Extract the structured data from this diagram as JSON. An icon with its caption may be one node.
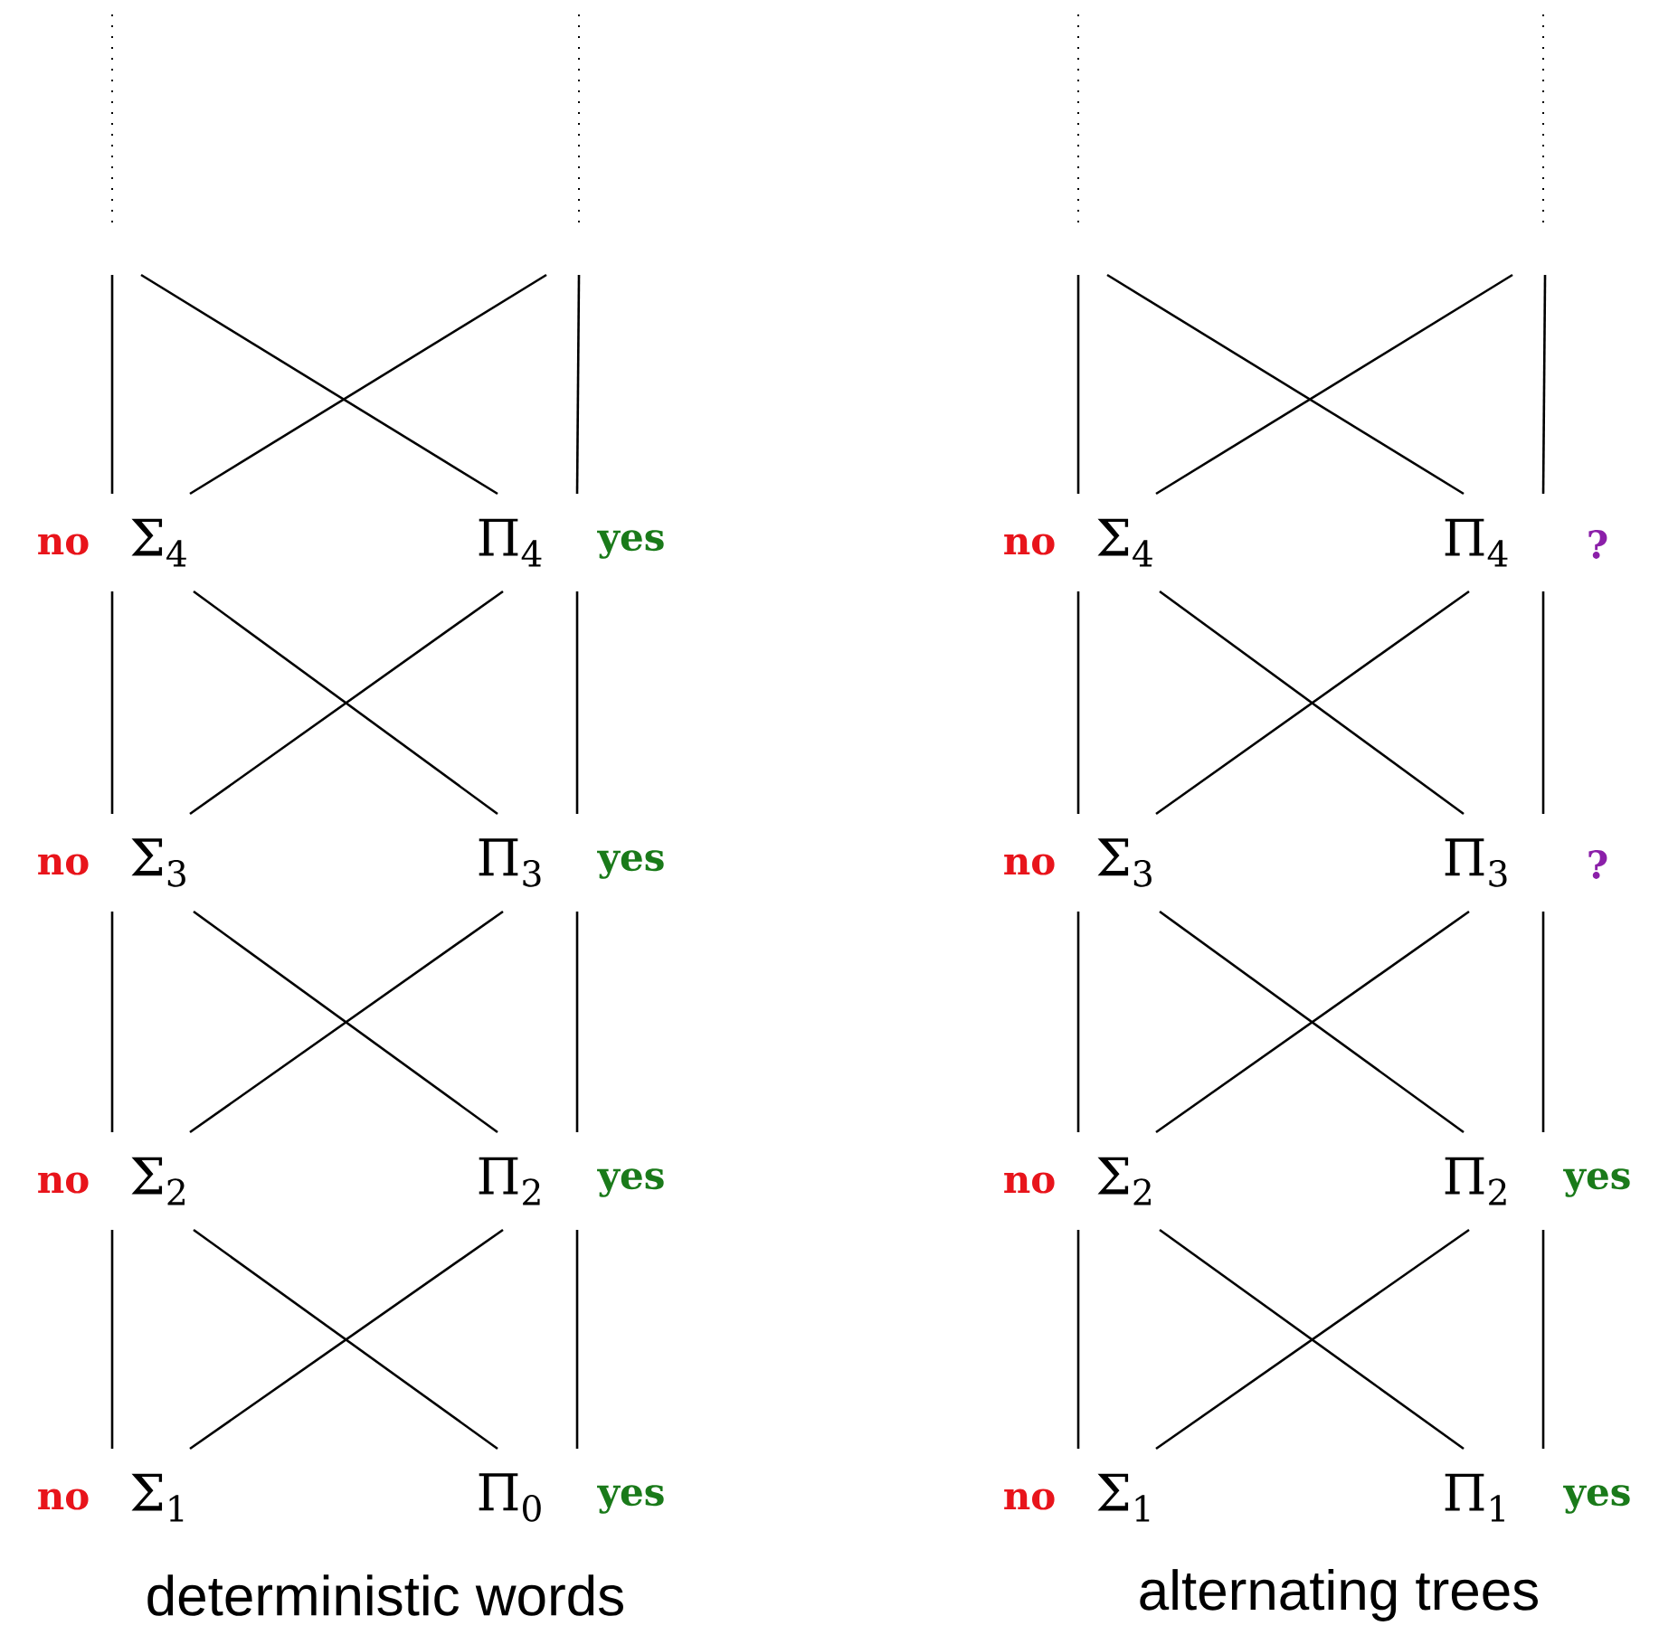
{
  "diagram": {
    "nodes": [
      {
        "text": [
          "Σ$_{4}$"
        ],
        "beside": [
          "no"
        ]
      },
      {
        "text": [
          "Π$_{4}$"
        ],
        "beside": [
          "yes"
        ]
      },
      {
        "text": [
          "Σ$_{3}$"
        ],
        "beside": [
          "no"
        ]
      },
      {
        "text": [
          "Π$_{3}$"
        ],
        "beside": [
          "yes"
        ]
      },
      {
        "text": [
          "Σ$_{2}$"
        ],
        "beside": [
          "no"
        ]
      },
      {
        "text": [
          "Π$_{2}$"
        ],
        "beside": [
          "yes"
        ]
      },
      {
        "text": [
          "Σ$_{1}$"
        ],
        "beside": [
          "no"
        ]
      },
      {
        "text": [
          "Π$_{0}$"
        ],
        "beside": [
          "yes"
        ]
      },
      {
        "text": [
          "Σ$_{4}$"
        ],
        "beside": [
          "no"
        ]
      },
      {
        "text": [
          "Π$_{4}$"
        ],
        "beside": [
          "?"
        ]
      },
      {
        "text": [
          "Σ$_{3}$"
        ],
        "beside": [
          "no"
        ]
      },
      {
        "text": [
          "Π$_{3}$"
        ],
        "beside": [
          "?"
        ]
      },
      {
        "text": [
          "Σ$_{2}$"
        ],
        "beside": [
          "no"
        ]
      },
      {
        "text": [
          "Π$_{2}$"
        ],
        "beside": [
          "yes"
        ]
      },
      {
        "text": [
          "Σ$_{1}$"
        ],
        "beside": [
          "no"
        ]
      },
      {
        "text": [
          "Π$_{1}$"
        ],
        "beside": [
          "yes"
        ]
      }
    ],
    "edges": [
      {
        "from": 0,
        "to": null,
        "arrow": "none"
      },
      {
        "from": 0,
        "to": null,
        "arrow": "none"
      },
      {
        "from": 1,
        "to": null,
        "arrow": "none"
      },
      {
        "from": 1,
        "to": null,
        "arrow": "none"
      },
      {
        "from": 0,
        "to": 2,
        "arrow": "none"
      },
      {
        "from": 0,
        "to": 3,
        "arrow": "none"
      },
      {
        "from": 1,
        "to": 2,
        "arrow": "none"
      },
      {
        "from": 1,
        "to": 3,
        "arrow": "none"
      },
      {
        "from": 2,
        "to": 4,
        "arrow": "none"
      },
      {
        "from": 2,
        "to": 5,
        "arrow": "none"
      },
      {
        "from": 3,
        "to": 4,
        "arrow": "none"
      },
      {
        "from": 3,
        "to": 5,
        "arrow": "none"
      },
      {
        "from": 4,
        "to": 6,
        "arrow": "none"
      },
      {
        "from": 4,
        "to": 7,
        "arrow": "none"
      },
      {
        "from": 5,
        "to": 6,
        "arrow": "none"
      },
      {
        "from": 5,
        "to": 7,
        "arrow": "none"
      },
      {
        "from": 8,
        "to": null,
        "arrow": "none"
      },
      {
        "from": 8,
        "to": null,
        "arrow": "none"
      },
      {
        "from": 9,
        "to": null,
        "arrow": "none"
      },
      {
        "from": 9,
        "to": null,
        "arrow": "none"
      },
      {
        "from": 8,
        "to": 10,
        "arrow": "none"
      },
      {
        "from": 8,
        "to": 11,
        "arrow": "none"
      },
      {
        "from": 9,
        "to": 10,
        "arrow": "none"
      },
      {
        "from": 9,
        "to": 11,
        "arrow": "none"
      },
      {
        "from": 10,
        "to": 12,
        "arrow": "none"
      },
      {
        "from": 10,
        "to": 13,
        "arrow": "none"
      },
      {
        "from": 11,
        "to": 12,
        "arrow": "none"
      },
      {
        "from": 11,
        "to": 13,
        "arrow": "none"
      },
      {
        "from": 12,
        "to": 14,
        "arrow": "none"
      },
      {
        "from": 12,
        "to": 15,
        "arrow": "none"
      },
      {
        "from": 13,
        "to": 14,
        "arrow": "none"
      },
      {
        "from": 13,
        "to": 15,
        "arrow": "none"
      }
    ],
    "labels": [
      "deterministic words",
      "alternating trees"
    ]
  }
}
